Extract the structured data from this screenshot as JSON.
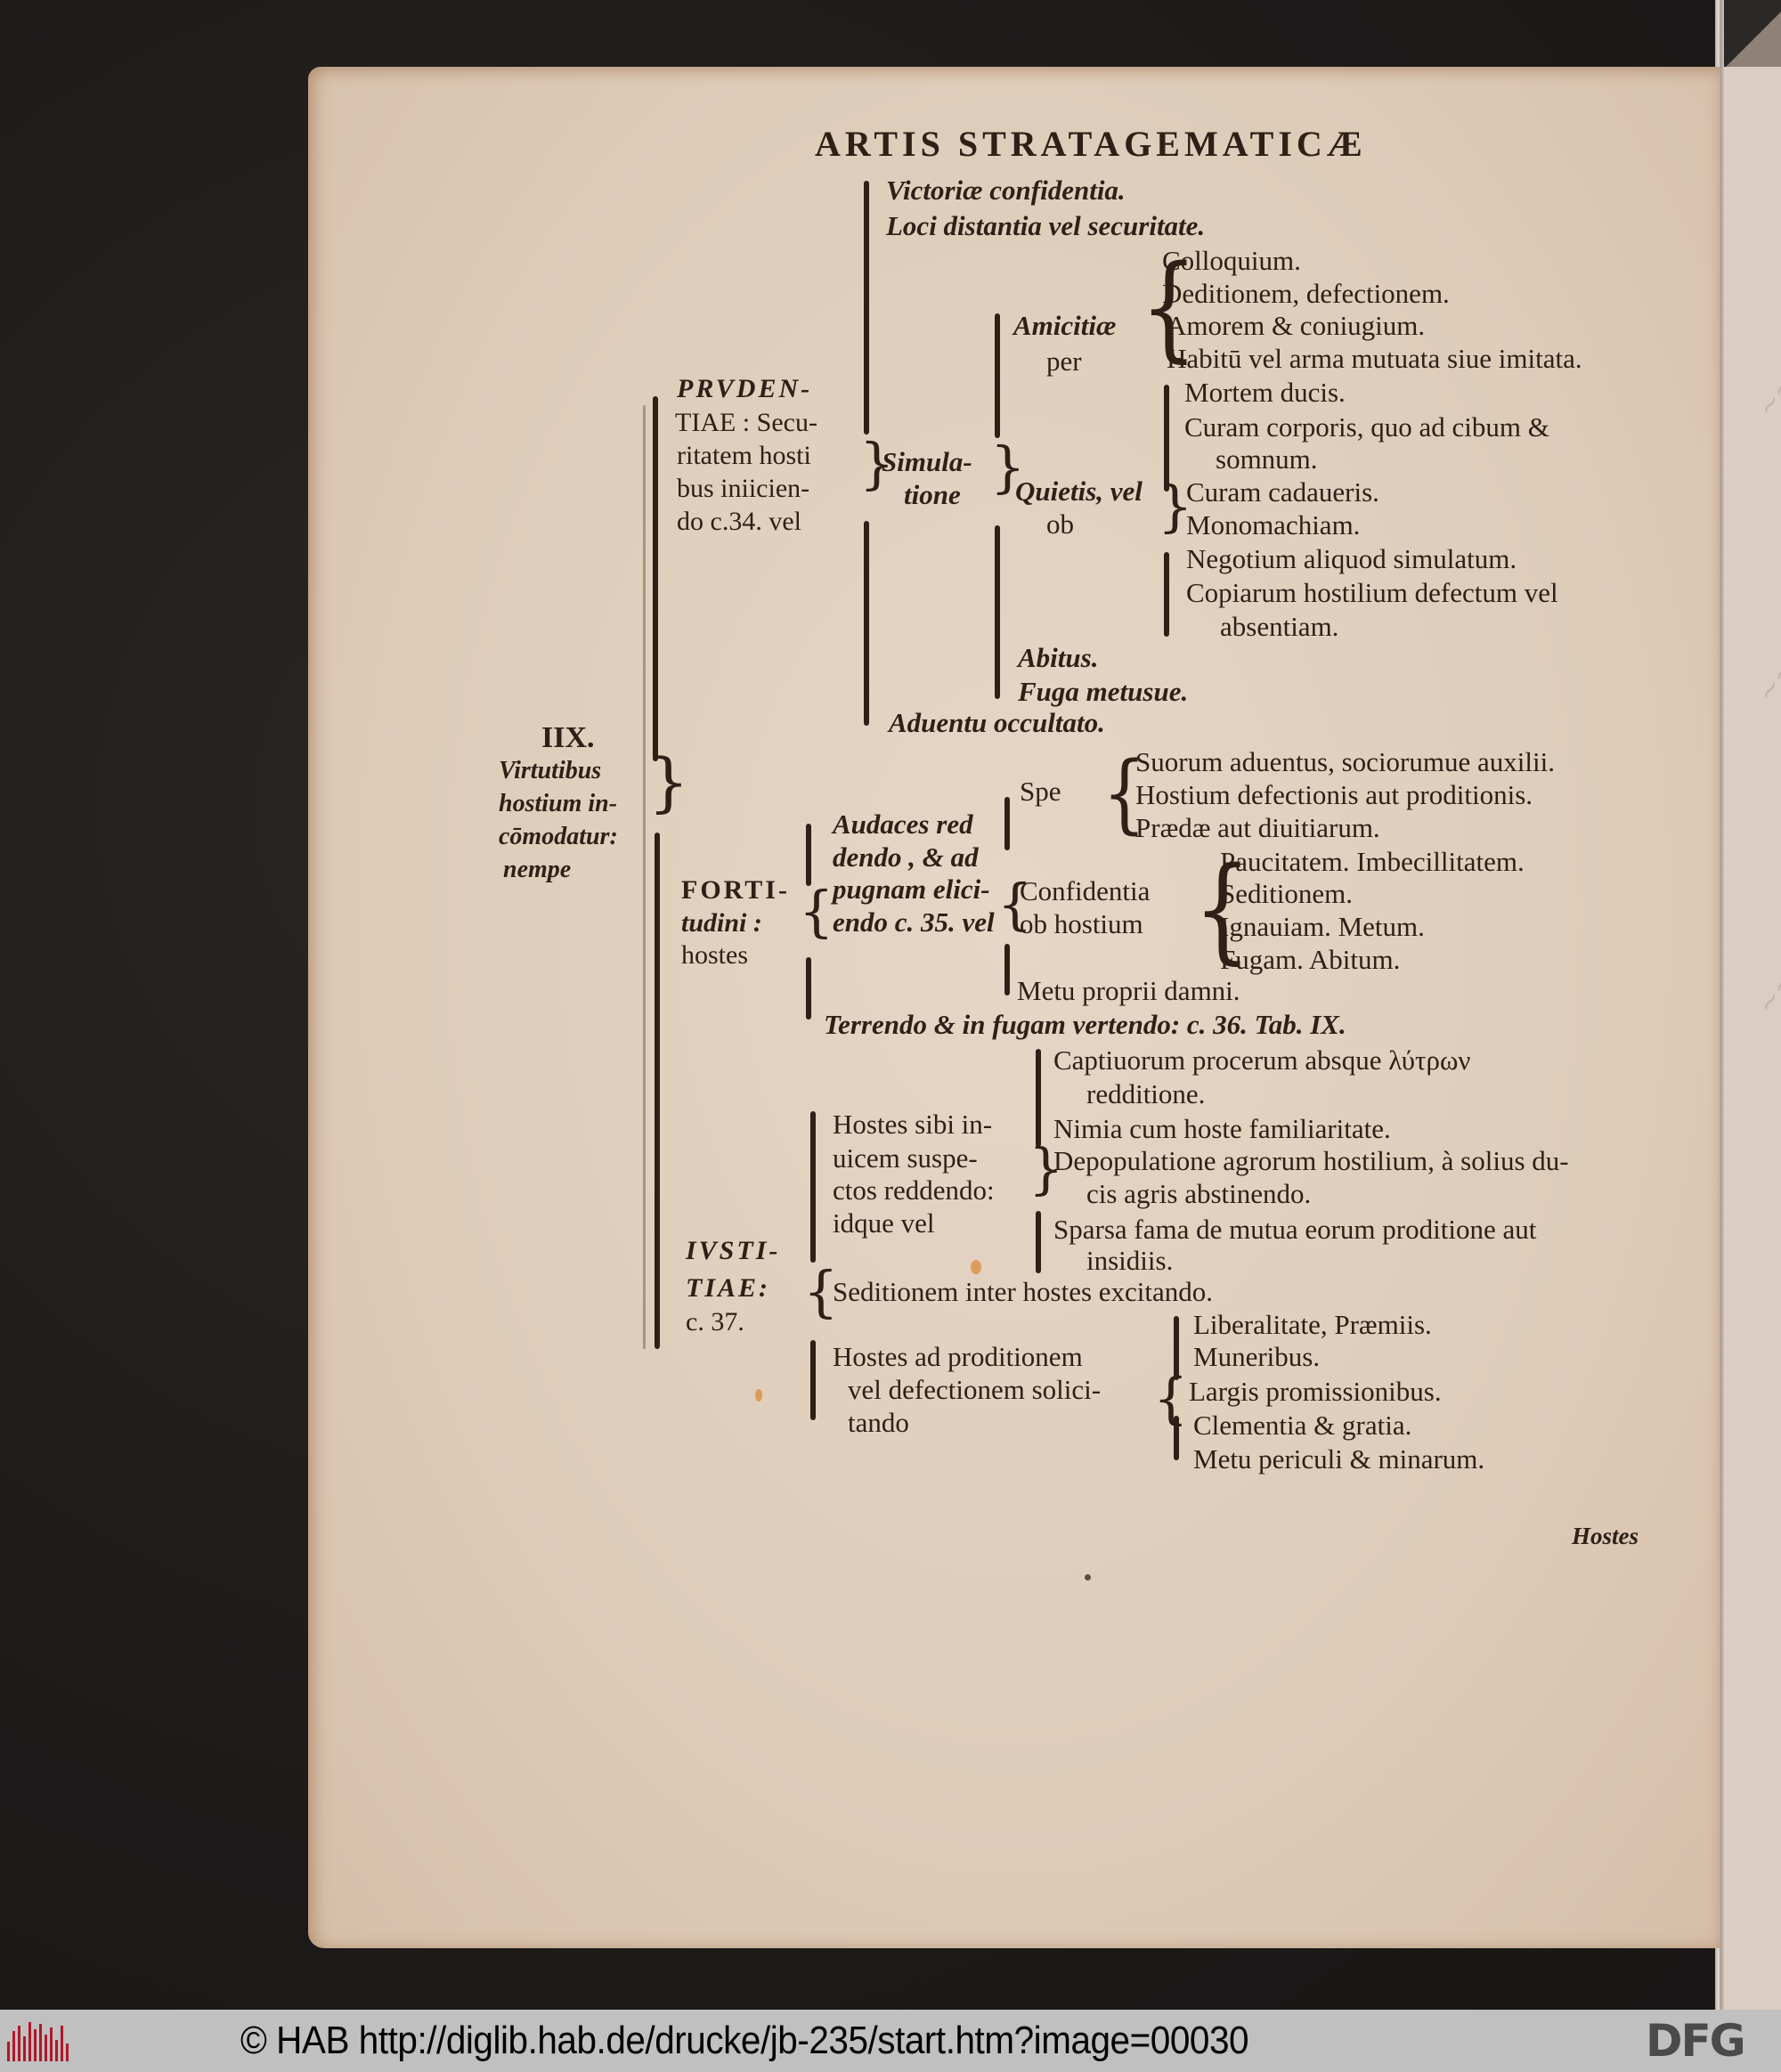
{
  "page": {
    "header": "ARTIS STRATAGEMATICÆ",
    "root": {
      "number": "IIX.",
      "lines": [
        "Virtutibus",
        "hostium in-",
        "cōmodatur:",
        "nempe"
      ]
    },
    "prudentia": {
      "lines": [
        "PRVDEN-",
        "TIAE : Secu-",
        "ritatem hosti",
        "bus iniicien-",
        "do c.34. vel"
      ],
      "branches_top": [
        "Victoriæ confidentia.",
        "Loci distantia vel securitate."
      ],
      "simulatione": [
        "Simula-",
        "tione"
      ],
      "amicitia": {
        "label": [
          "Amicitiæ",
          "per"
        ],
        "items": [
          "Colloquium.",
          "Deditionem, defectionem.",
          "Amorem & coniugium.",
          "Habitū vel arma mutuata siue imitata."
        ]
      },
      "quietis": {
        "label": [
          "Quietis, vel",
          "ob"
        ],
        "items": [
          "Mortem ducis.",
          "Curam corporis, quo ad cibum &",
          "somnum.",
          "Curam cadaueris.",
          "Monomachiam.",
          "Negotium aliquod simulatum.",
          "Copiarum hostilium defectum vel",
          "absentiam."
        ]
      },
      "abitus": "Abitus.",
      "fuga": "Fuga metusue.",
      "aduentu": "Aduentu occultato."
    },
    "fortitudo": {
      "lines": [
        "FORTI-",
        "tudini :",
        "hostes"
      ],
      "audaces": [
        "Audaces red",
        "dendo , & ad",
        "pugnam elici-",
        "endo c. 35. vel"
      ],
      "spe": {
        "label": "Spe",
        "items": [
          "Suorum aduentus, sociorumue auxilii.",
          "Hostium defectionis aut proditionis.",
          "Prædæ aut diuitiarum."
        ]
      },
      "confidentia": {
        "label": [
          "Confidentia",
          "ob hostium"
        ],
        "items": [
          "Paucitatem. Imbecillitatem.",
          "Seditionem.",
          "Ignauiam. Metum.",
          "Fugam. Abitum."
        ]
      },
      "metu": "Metu proprii damni.",
      "terrendo": "Terrendo & in fugam vertendo: c. 36. Tab. IX."
    },
    "iustitia": {
      "lines": [
        "IVSTI-",
        "TIAE:",
        "c. 37."
      ],
      "suspectos": {
        "label": [
          "Hostes sibi in-",
          "uicem suspe-",
          "ctos reddendo:",
          "idque vel"
        ],
        "items": [
          "Captiuorum procerum absque λύτρων",
          "redditione.",
          "Nimia cum hoste familiaritate.",
          "Depopulatione agrorum hostilium, à solius du-",
          "cis agris abstinendo.",
          "Sparsa fama de mutua eorum proditione aut",
          "insidiis."
        ]
      },
      "seditionem": "Seditionem inter hostes excitando.",
      "proditionem": {
        "label": [
          "Hostes ad proditionem",
          "vel defectionem solici-",
          "tando"
        ],
        "items": [
          "Liberalitate, Præmiis.",
          "Muneribus.",
          "Largis promissionibus.",
          "Clementia & gratia.",
          "Metu periculi & minarum."
        ]
      }
    },
    "catchword": "Hostes"
  },
  "footer": {
    "text": "© HAB http://diglib.hab.de/drucke/jb-235/start.htm?image=00030",
    "left_logo": "hab-logo",
    "right_logo": "DFG"
  },
  "colors": {
    "paper": "#e0cfbd",
    "ink": "#2e2016",
    "backdrop": "#1f1d1c",
    "footer": "#c0c0c0",
    "hab_red": "#b0182a"
  }
}
